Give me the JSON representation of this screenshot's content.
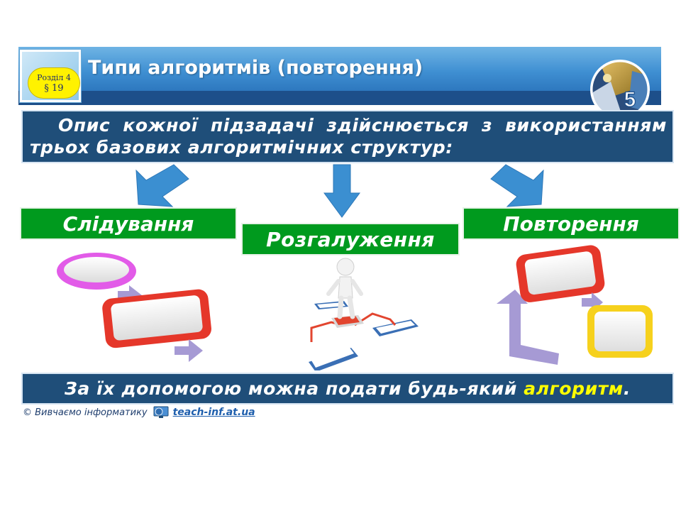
{
  "header": {
    "section_line1": "Розділ 4",
    "section_line2": "§ 19",
    "title": "Типи алгоритмів (повторення)",
    "grade_number": "5"
  },
  "intro": {
    "text": "Опис кожної підзадачі здійснюється з використанням трьох базових алгоритмічних структур:"
  },
  "structures": [
    {
      "label": "Слідування"
    },
    {
      "label": "Розгалуження"
    },
    {
      "label": "Повторення"
    }
  ],
  "summary": {
    "text_before": "За їх допомогою можна подати будь-який ",
    "highlight": "алгоритм",
    "text_after": "."
  },
  "footer": {
    "copyright": "© Вивчаємо інформатику",
    "link": "teach-inf.at.ua"
  },
  "colors": {
    "header_blue": "#3f8fd2",
    "box_navy": "#1f4e79",
    "label_green": "#009a1e",
    "badge_yellow": "#fff200",
    "highlight_yellow": "#ffff00",
    "arrow_blue": "#3b8fd1"
  }
}
